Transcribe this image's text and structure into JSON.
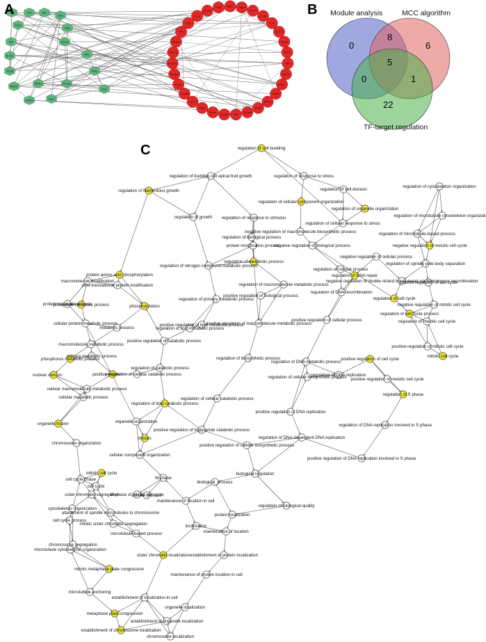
{
  "panels": {
    "a": "A",
    "b": "B",
    "c": "C"
  },
  "network_a": {
    "tf_nodes": [
      "Jun",
      "Fos",
      "Sp1",
      "Sp3",
      "Crem",
      "Myc",
      "Mitf",
      "Ppara",
      "Wt1",
      "Brca1",
      "Trp53",
      "Rbpj",
      "Mdm2",
      "Nfkb1",
      "Ctnnb1",
      "Ep300",
      "Egr1",
      "Ets1"
    ],
    "target_nodes": [
      "Melk",
      "Nasp",
      "Foxm1",
      "Ccna2",
      "Ttk",
      "Spc25",
      "Top2a",
      "Kif11",
      "Plk1",
      "Aurka",
      "Mki67",
      "Cdc20",
      "Kif20a",
      "Rrm2",
      "Cenpf",
      "Pbk",
      "Ccnb1",
      "Bub1",
      "Cdk1",
      "Ccnb2",
      "Cdca8",
      "Kif2c",
      "Ncapg",
      "Bub1b",
      "Cdkn3",
      "Mad2l1",
      "Kif4",
      "Tpx2",
      "Prc1",
      "Ube2c",
      "Nuf2"
    ]
  },
  "venn": {
    "sets": [
      {
        "label": "Module analysis",
        "color": "#5461c4"
      },
      {
        "label": "MCC algorithm",
        "color": "#e06363"
      },
      {
        "label": "TF-target regulation",
        "color": "#4ab04a"
      }
    ],
    "regions": {
      "module_only": "0",
      "mcc_only": "6",
      "tf_only": "22",
      "module_mcc": "8",
      "module_tf": "0",
      "mcc_tf": "1",
      "all": "5"
    }
  },
  "go_network": {
    "nodes": [
      {
        "label": "regulation of cell budding",
        "yellow": true
      },
      {
        "label": "regulation of budding cell apical bud growth",
        "yellow": false
      },
      {
        "label": "regulation of response to stress",
        "yellow": false
      },
      {
        "label": "regulation of filamentous growth",
        "yellow": true
      },
      {
        "label": "regulation of cell division",
        "yellow": false
      },
      {
        "label": "regulation of cytoskeleton organization",
        "yellow": false
      },
      {
        "label": "regulation of cellular component organization",
        "yellow": true
      },
      {
        "label": "regulation of response to stimulus",
        "yellow": false
      },
      {
        "label": "regulation of organelle organization",
        "yellow": true
      },
      {
        "label": "regulation of microtubule cytoskeleton organization",
        "yellow": false
      },
      {
        "label": "regulation of growth",
        "yellow": false
      },
      {
        "label": "regulation of cellular response to stress",
        "yellow": false
      },
      {
        "label": "negative regulation of macromolecule biosynthetic process",
        "yellow": false
      },
      {
        "label": "regulation of microtubule-based process",
        "yellow": false
      },
      {
        "label": "regulation of biological process",
        "yellow": false
      },
      {
        "label": "negative regulation of biological process",
        "yellow": false
      },
      {
        "label": "negative regulation of meiotic cell cycle",
        "yellow": true
      },
      {
        "label": "protein modification process",
        "yellow": false
      },
      {
        "label": "negative regulation of cellular process",
        "yellow": false
      },
      {
        "label": "regulation of nitrogen compound metabolic process",
        "yellow": false
      },
      {
        "label": "regulation of metabolic process",
        "yellow": true
      },
      {
        "label": "regulation of spindle pole body separation",
        "yellow": false
      },
      {
        "label": "regulation of cellular process",
        "yellow": false
      },
      {
        "label": "protein amino acid phosphorylation",
        "yellow": true
      },
      {
        "label": "regulation of DNA repair",
        "yellow": true
      },
      {
        "label": "negative regulation of double-strand break repair via homologous recombination",
        "yellow": false
      },
      {
        "label": "positive regulation of cell cycle",
        "yellow": false
      },
      {
        "label": "regulation of macromolecule metabolic process",
        "yellow": false
      },
      {
        "label": "macromolecule modification",
        "yellow": false
      },
      {
        "label": "post-translational protein modification",
        "yellow": false
      },
      {
        "label": "phosphate metabolic process",
        "yellow": true
      },
      {
        "label": "regulation of DNA recombination",
        "yellow": false
      },
      {
        "label": "regulation of cell cycle",
        "yellow": true
      },
      {
        "label": "negative regulation of mitotic cell cycle",
        "yellow": false
      },
      {
        "label": "positive regulation of biological process",
        "yellow": false
      },
      {
        "label": "protein metabolic process",
        "yellow": false
      },
      {
        "label": "phosphorylation",
        "yellow": true
      },
      {
        "label": "regulation of primary metabolic process",
        "yellow": false
      },
      {
        "label": "regulation of cell cycle process",
        "yellow": true
      },
      {
        "label": "regulation of meiotic cell cycle",
        "yellow": false
      },
      {
        "label": "cellular protein metabolic process",
        "yellow": false
      },
      {
        "label": "positive regulation of macromolecule metabolic process",
        "yellow": false
      },
      {
        "label": "metabolic process",
        "yellow": false
      },
      {
        "label": "positive regulation of mitotic cell cycle",
        "yellow": false
      },
      {
        "label": "macromolecule metabolic process",
        "yellow": false
      },
      {
        "label": "primary metabolic process",
        "yellow": false
      },
      {
        "label": "positive regulation of lipid metabolic process",
        "yellow": false
      },
      {
        "label": "positive regulation of cellular process",
        "yellow": false
      },
      {
        "label": "mitotic cell cycle",
        "yellow": true
      },
      {
        "label": "phosphorus metabolic process",
        "yellow": true
      },
      {
        "label": "regulation of lipid metabolic process",
        "yellow": false
      },
      {
        "label": "positive regulation of catabolic process",
        "yellow": false
      },
      {
        "label": "regulation of DNA metabolic process",
        "yellow": false
      },
      {
        "label": "positive regulation of cell cycle",
        "yellow": true
      },
      {
        "label": "positive regulation of meiotic cell cycle",
        "yellow": false
      },
      {
        "label": "nuclear division",
        "yellow": true
      },
      {
        "label": "positive regulation of cellular catabolic process",
        "yellow": false
      },
      {
        "label": "regulation of catabolic process",
        "yellow": false
      },
      {
        "label": "regulation of biosynthetic process",
        "yellow": false
      },
      {
        "label": "regulation of DNA replication",
        "yellow": false
      },
      {
        "label": "cellular macromolecule metabolic process",
        "yellow": false
      },
      {
        "label": "process",
        "yellow": true
      },
      {
        "label": "regulation of cellular biosynthetic process",
        "yellow": false
      },
      {
        "label": "regulation of S phase",
        "yellow": true
      },
      {
        "label": "cellular metabolic process",
        "yellow": false
      },
      {
        "label": "regulation of lipid catabolic process",
        "yellow": true
      },
      {
        "label": "regulation of cellular catabolic process",
        "yellow": false
      },
      {
        "label": "organelle fission",
        "yellow": true
      },
      {
        "label": "organelle organization",
        "yellow": false
      },
      {
        "label": "positive regulation of DNA replication",
        "yellow": false
      },
      {
        "label": "regulation of DNA replication involved in S phase",
        "yellow": false
      },
      {
        "label": "mitosis",
        "yellow": true
      },
      {
        "label": "positive regulation of triglyceride catabolic process",
        "yellow": false
      },
      {
        "label": "regulation of DNA-dependent DNA replication",
        "yellow": false
      },
      {
        "label": "chromosome organization",
        "yellow": false
      },
      {
        "label": "cellular component organization",
        "yellow": false
      },
      {
        "label": "positive regulation of cellular biosynthetic process",
        "yellow": false
      },
      {
        "label": "biological regulation",
        "yellow": false
      },
      {
        "label": "mitotic cell cycle",
        "yellow": true
      },
      {
        "label": "cell cycle phase",
        "yellow": false
      },
      {
        "label": "M phase",
        "yellow": false
      },
      {
        "label": "biological_process",
        "yellow": false
      },
      {
        "label": "positive regulation of DNA replication involved in S phase",
        "yellow": false
      },
      {
        "label": "cell cycle",
        "yellow": false
      },
      {
        "label": "M phase of mitotic cell cycle",
        "yellow": false
      },
      {
        "label": "sister chromatid segregation",
        "yellow": false
      },
      {
        "label": "cellular process",
        "yellow": false
      },
      {
        "label": "maintenance of location in cell",
        "yellow": false
      },
      {
        "label": "regulation of biological quality",
        "yellow": false
      },
      {
        "label": "cytoskeleton organization",
        "yellow": false
      },
      {
        "label": "protein localization",
        "yellow": false
      },
      {
        "label": "attachment of spindle microtubules to chromosome",
        "yellow": false
      },
      {
        "label": "cell cycle process",
        "yellow": false
      },
      {
        "label": "mitotic sister chromatid segregation",
        "yellow": false
      },
      {
        "label": "localization",
        "yellow": false
      },
      {
        "label": "maintenance of location",
        "yellow": false
      },
      {
        "label": "microtubule-based process",
        "yellow": false
      },
      {
        "label": "chromosome segregation",
        "yellow": false
      },
      {
        "label": "microtubule cytoskeleton organization",
        "yellow": false
      },
      {
        "label": "sister chromatid localization",
        "yellow": true
      },
      {
        "label": "establishment of protein localization",
        "yellow": false
      },
      {
        "label": "mitotic metaphase plate congression",
        "yellow": true
      },
      {
        "label": "maintenance of protein location in cell",
        "yellow": false
      },
      {
        "label": "microtubule anchoring",
        "yellow": false
      },
      {
        "label": "establishment of localization in cell",
        "yellow": false
      },
      {
        "label": "organelle localization",
        "yellow": false
      },
      {
        "label": "metaphase plate congression",
        "yellow": true
      },
      {
        "label": "establishment of organelle localization",
        "yellow": false
      },
      {
        "label": "establishment of chromosome localization",
        "yellow": true
      },
      {
        "label": "chromosome localization",
        "yellow": false
      }
    ]
  },
  "colors": {
    "tf_fill": "#5fb47e",
    "target_fill": "#e32727",
    "yellow_node": "#f2e830",
    "white_node": "#ffffff",
    "edge": "#555555"
  }
}
